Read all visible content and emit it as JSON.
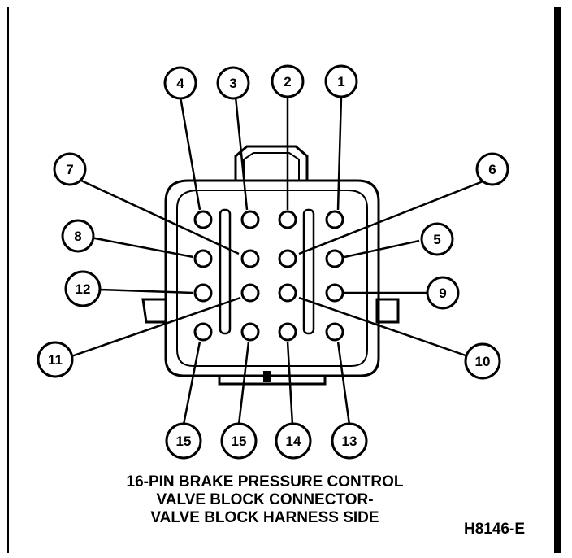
{
  "pins": [
    {
      "label": "1"
    },
    {
      "label": "2"
    },
    {
      "label": "3"
    },
    {
      "label": "4"
    },
    {
      "label": "5"
    },
    {
      "label": "6"
    },
    {
      "label": "7"
    },
    {
      "label": "8"
    },
    {
      "label": "9"
    },
    {
      "label": "10"
    },
    {
      "label": "11"
    },
    {
      "label": "12"
    },
    {
      "label": "13"
    },
    {
      "label": "14"
    },
    {
      "label": "15"
    },
    {
      "label": "15"
    }
  ],
  "caption": {
    "line1": "16-PIN BRAKE PRESSURE CONTROL",
    "line2": "VALVE BLOCK CONNECTOR-",
    "line3": "VALVE BLOCK HARNESS SIDE"
  },
  "figure_id": "H8146-E"
}
